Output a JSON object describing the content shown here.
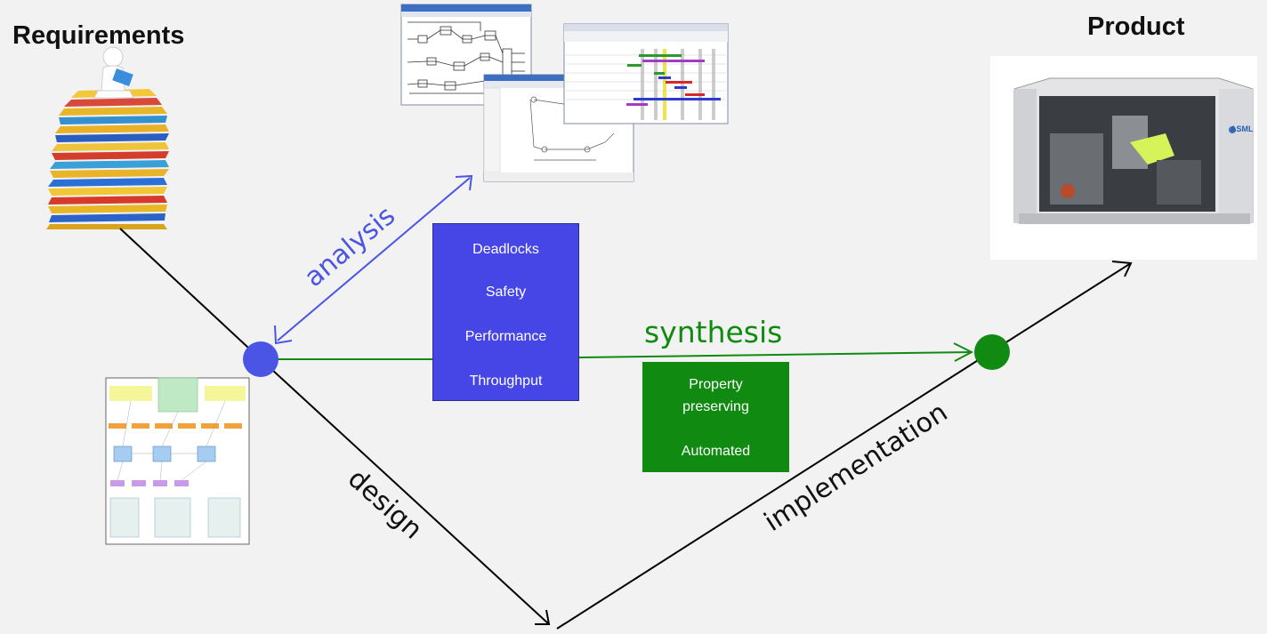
{
  "titles": {
    "requirements": "Requirements",
    "product": "Product"
  },
  "edges": {
    "analysis": "analysis",
    "synthesis": "synthesis",
    "design": "design",
    "implementation": "implementation"
  },
  "analysis_box": {
    "items": [
      "Deadlocks",
      "Safety",
      "Performance",
      "Throughput"
    ]
  },
  "synthesis_box": {
    "items": [
      "Property",
      "preserving",
      "Automated"
    ]
  },
  "product_image": {
    "brand": "ASML"
  },
  "colors": {
    "background": "#f2f2f2",
    "analysis_blue": "#4a55e6",
    "box_blue": "#4646e6",
    "synthesis_green": "#118a11",
    "line_black": "#000000"
  }
}
